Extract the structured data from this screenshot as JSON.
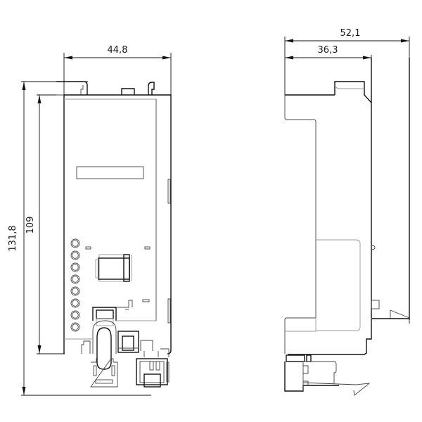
{
  "drawing": {
    "type": "technical dimension drawing",
    "views": [
      "front-view",
      "side-view"
    ],
    "line_color": "#111111",
    "background": "#ffffff"
  },
  "front_view": {
    "dimensions": {
      "width": "44,8",
      "total_height": "131,8",
      "body_height": "109"
    },
    "led_count": 8
  },
  "side_view": {
    "dimensions": {
      "total_depth": "52,1",
      "body_depth": "36,3"
    }
  }
}
